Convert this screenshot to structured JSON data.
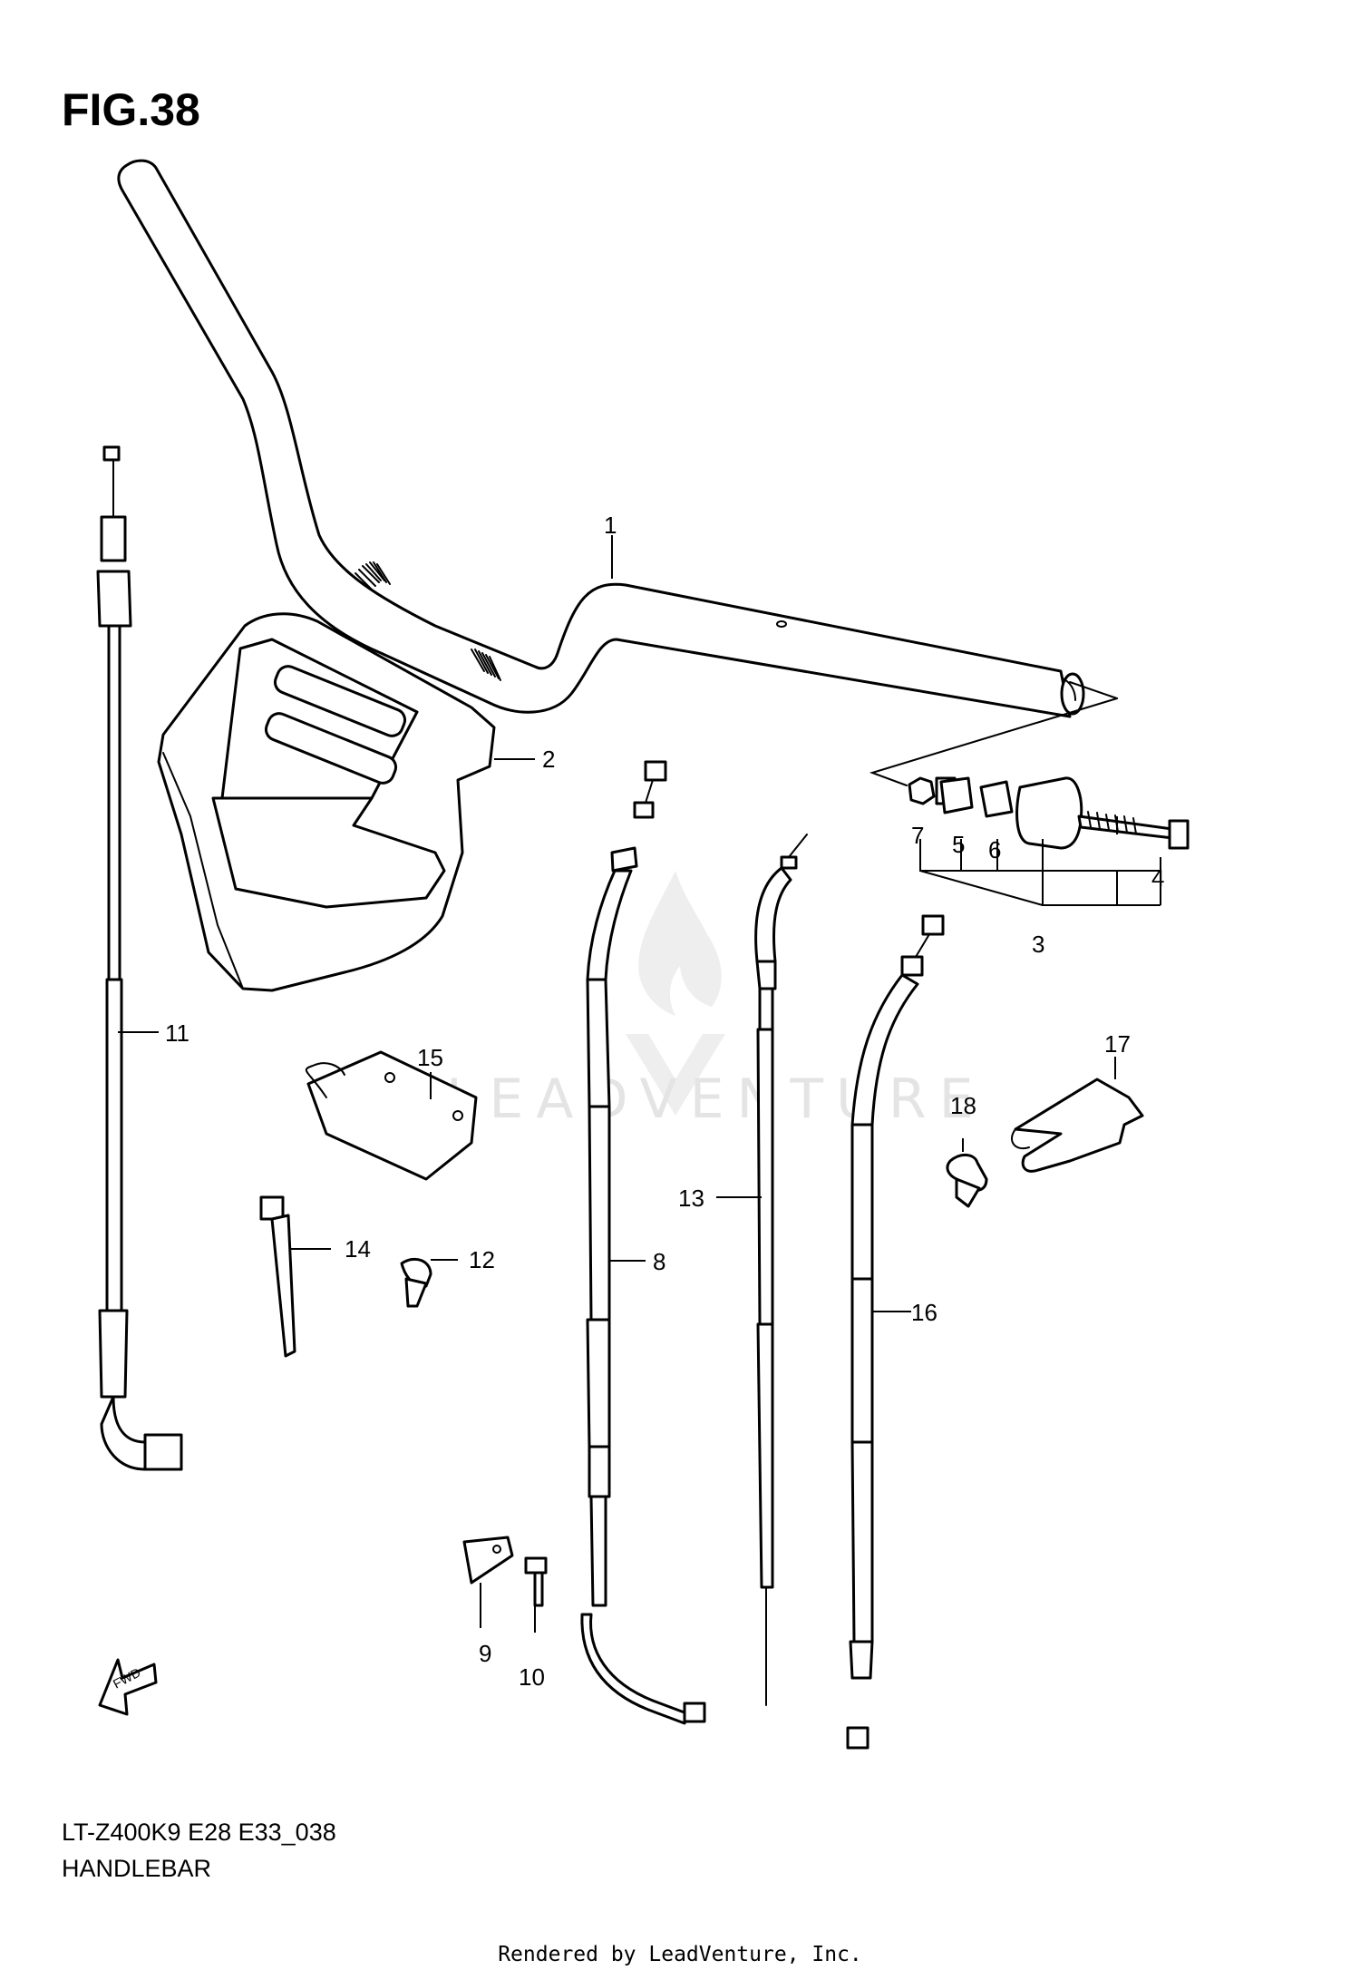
{
  "figure": {
    "title": "FIG.38",
    "model_code": "LT-Z400K9 E28 E33_038",
    "section_name": "HANDLEBAR",
    "credit": "Rendered by LeadVenture, Inc."
  },
  "watermark": {
    "text": "LEADVENTURE"
  },
  "fwd_badge": {
    "text": "FWD"
  },
  "callouts": [
    "1",
    "2",
    "3",
    "4",
    "5",
    "6",
    "7",
    "8",
    "9",
    "10",
    "11",
    "12",
    "13",
    "14",
    "15",
    "16",
    "17",
    "18"
  ],
  "colors": {
    "line": "#000000",
    "background": "#ffffff",
    "watermark": "#e4e4e4"
  }
}
